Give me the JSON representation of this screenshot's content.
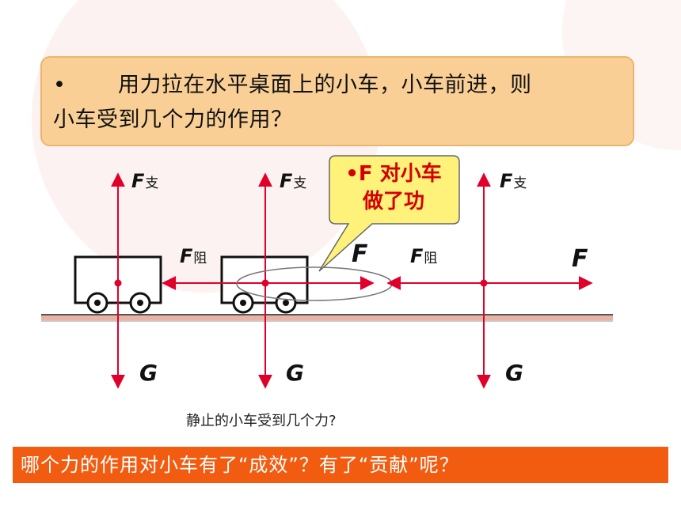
{
  "question": {
    "bullet": "•",
    "line1": "用力拉在水平桌面上的小车，小车前进，则",
    "line2": "小车受到几个力的作用？"
  },
  "callout": {
    "line1": "•F 对小车",
    "line2": "做了功"
  },
  "labels": {
    "f_support": "F",
    "f_support_sub": "支",
    "f_resist": "F",
    "f_resist_sub": "阻",
    "f_pull": "F",
    "gravity": "G"
  },
  "note": "静止的小车受到几个力?",
  "banner": "哪个力的作用对小车有了“成效”？有了“贡献”呢？",
  "colors": {
    "question_fill": "#f9cf96",
    "arrow": "#e0002a",
    "callout_fill": "#fff27a",
    "callout_text": "#d40000",
    "banner": "#f25c10"
  }
}
